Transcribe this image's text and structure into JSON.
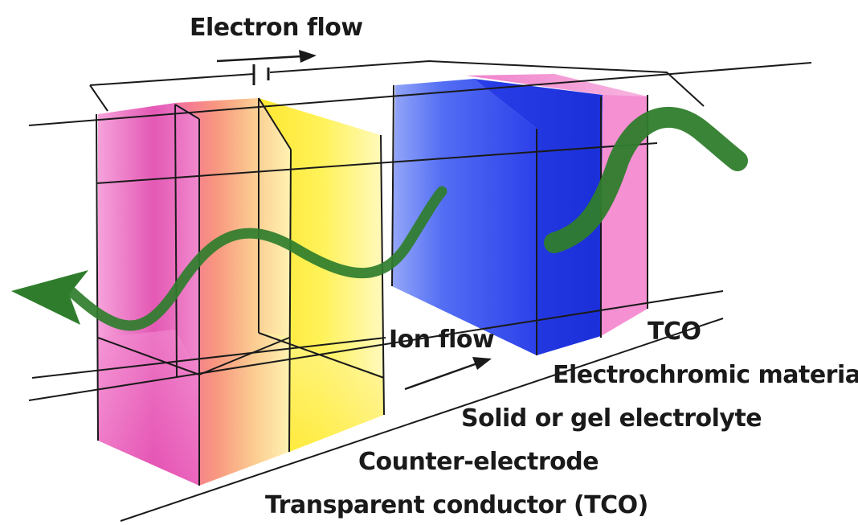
{
  "diagram": {
    "labels": {
      "electron_flow": "Electron flow",
      "ion_flow": "Ion flow",
      "tco_top": "TCO",
      "electrochromic": "Electrochromic material",
      "electrolyte": "Solid or gel electrolyte",
      "counter_electrode": "Counter-electrode",
      "transparent_conductor": "Transparent conductor (TCO)"
    },
    "layers": [
      {
        "name": "transparent-conductor",
        "color": "#e040a8"
      },
      {
        "name": "counter-electrode",
        "color": "#ffee22"
      },
      {
        "name": "electrolyte",
        "color": "#ffffff"
      },
      {
        "name": "electrochromic",
        "color": "#1f3ff0"
      },
      {
        "name": "tco",
        "color": "#f36cc6"
      }
    ],
    "wave_color": "#2f7d2c"
  }
}
